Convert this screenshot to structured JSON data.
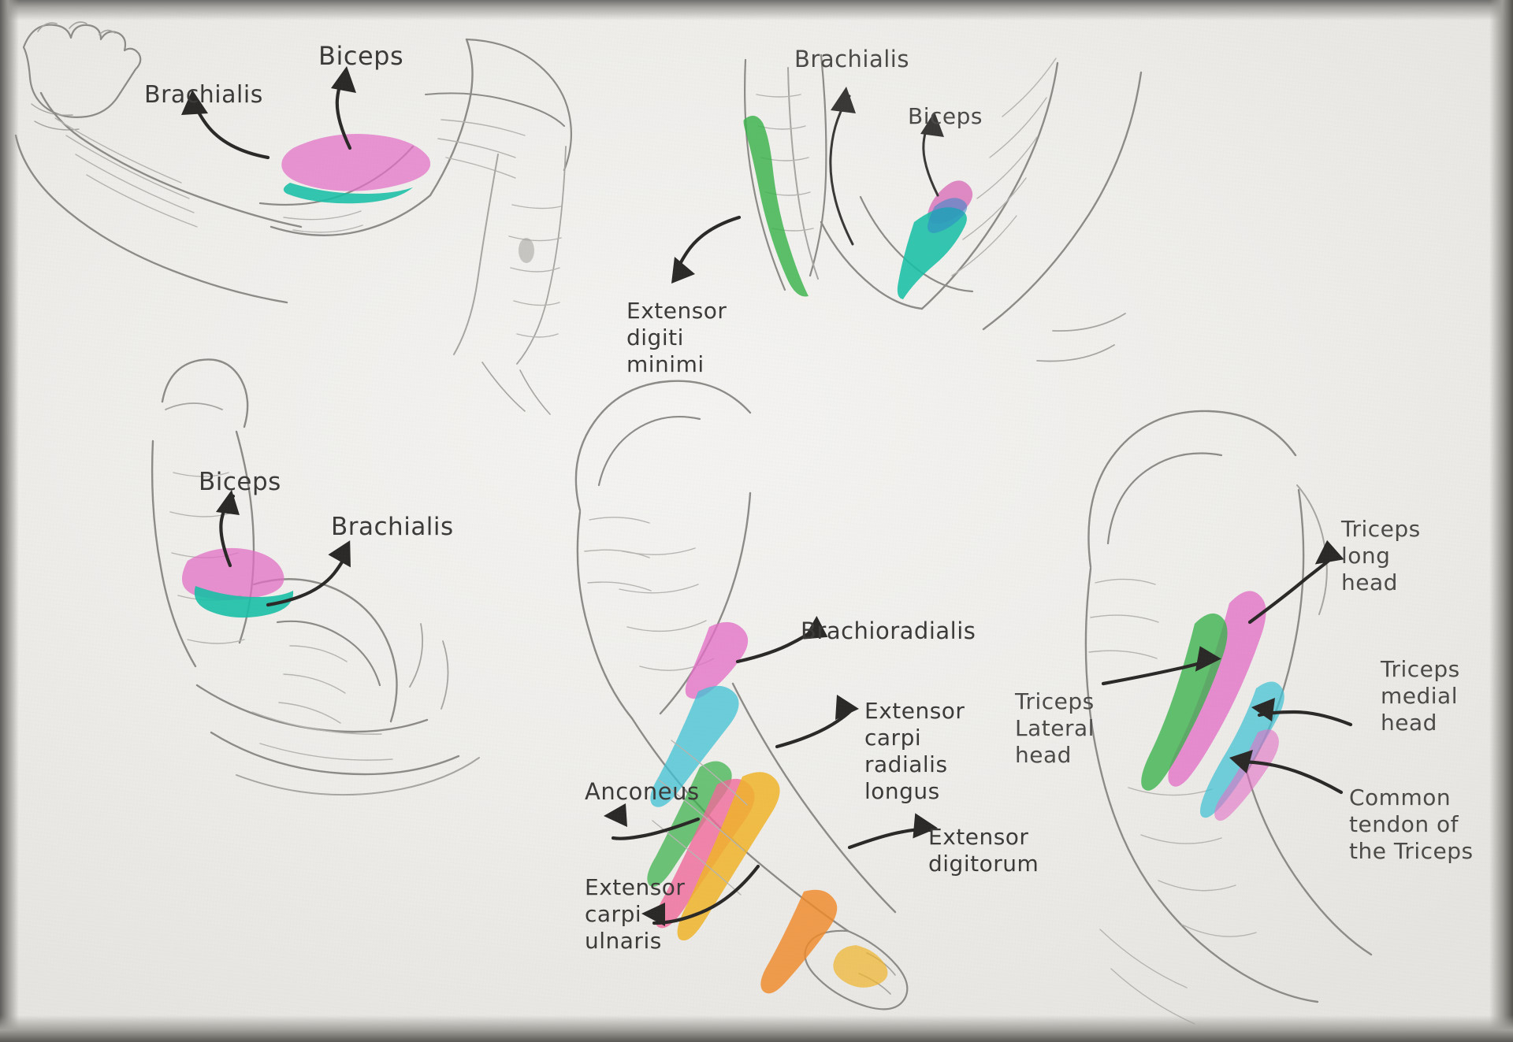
{
  "page": {
    "medium": "pencil-and-marker anatomy study sheet",
    "subject": "Upper arm and forearm muscle studies",
    "background_color": "#eeedea"
  },
  "palette": {
    "pink": "#e36fc6",
    "magenta": "#d96fb9",
    "teal": "#18bfa6",
    "green": "#39b24a",
    "cyan": "#3fc2d4",
    "yellow": "#f0b429",
    "orange": "#f08a2a",
    "rose": "#f0699a",
    "pencil": "#8d8b87",
    "ink": "#2b2927"
  },
  "figures": [
    {
      "id": "fig-top-left",
      "name": "Extended arm with fist, front view",
      "labels": [
        "Brachialis",
        "Biceps"
      ],
      "highlights": [
        {
          "muscle": "Biceps",
          "color": "#e36fc6"
        },
        {
          "muscle": "Brachialis",
          "color": "#18bfa6"
        }
      ]
    },
    {
      "id": "fig-top-middle",
      "name": "Raised arm, posterior forearm and upper arm",
      "labels": [
        "Brachialis",
        "Biceps",
        "Extensor digiti minimi"
      ],
      "highlights": [
        {
          "muscle": "Extensor digiti minimi",
          "color": "#39b24a"
        },
        {
          "muscle": "Biceps",
          "color": "#d96fb9"
        },
        {
          "muscle": "Brachialis",
          "color": "#18bfa6"
        }
      ]
    },
    {
      "id": "fig-bottom-left",
      "name": "Flexed bicep, front view",
      "labels": [
        "Biceps",
        "Brachialis"
      ],
      "highlights": [
        {
          "muscle": "Biceps",
          "color": "#e36fc6"
        },
        {
          "muscle": "Brachialis",
          "color": "#18bfa6"
        }
      ]
    },
    {
      "id": "fig-center",
      "name": "Extended arm, lateral forearm extensors",
      "labels": [
        "Brachioradialis",
        "Extensor carpi radialis longus",
        "Extensor digitorum",
        "Extensor carpi ulnaris",
        "Anconeus"
      ],
      "highlights": [
        {
          "muscle": "Brachioradialis",
          "color": "#e36fc6"
        },
        {
          "muscle": "Extensor carpi radialis longus",
          "color": "#3fc2d4"
        },
        {
          "muscle": "Extensor digitorum",
          "color": "#f0b429"
        },
        {
          "muscle": "Extensor carpi ulnaris",
          "color": "#f0699a"
        },
        {
          "muscle": "Anconeus",
          "color": "#39b24a"
        }
      ]
    },
    {
      "id": "fig-right",
      "name": "Raised arm, posterior triceps",
      "labels": [
        "Triceps long head",
        "Triceps medial head",
        "Triceps Lateral head",
        "Common tendon of the Triceps"
      ],
      "highlights": [
        {
          "muscle": "Triceps long head",
          "color": "#e36fc6"
        },
        {
          "muscle": "Triceps lateral head",
          "color": "#39b24a"
        },
        {
          "muscle": "Triceps medial head",
          "color": "#3fc2d4"
        }
      ]
    }
  ],
  "annotations": {
    "tl_brachialis": "Brachialis",
    "tl_biceps": "Biceps",
    "tm_brachialis": "Brachialis",
    "tm_biceps": "Biceps",
    "tm_edm": "Extensor\ndigiti\nminimi",
    "bl_biceps": "Biceps",
    "bl_brachialis": "Brachialis",
    "c_brachioradialis": "Brachioradialis",
    "c_ecrl": "Extensor\ncarpi\nradialis\nlongus",
    "c_ed": "Extensor\ndigitorum",
    "c_ecu": "Extensor\ncarpi\nulnaris",
    "c_anconeus": "Anconeus",
    "r_tricepslong": "Triceps\nlong\nhead",
    "r_tricepsmedial": "Triceps\nmedial\nhead",
    "r_tricepslateral": "Triceps\nLateral\nhead",
    "r_commontendon": "Common\ntendon of\nthe Triceps"
  }
}
